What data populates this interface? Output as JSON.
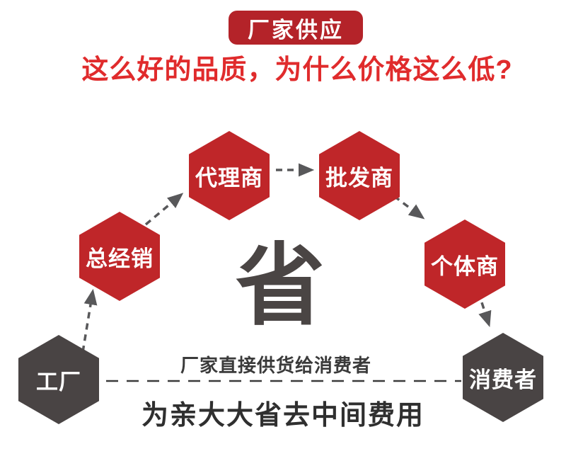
{
  "banner": {
    "label": "厂家供应"
  },
  "headline": {
    "text": "这么好的品质，为什么价格这么低?"
  },
  "diagram": {
    "center_character": "省",
    "caption": "厂家直接供货给消费者",
    "slogan": "为亲大大省去中间费用",
    "nodes": [
      {
        "id": "factory",
        "label": "工厂",
        "color": "#494444"
      },
      {
        "id": "general-distributor",
        "label": "总经销",
        "color": "#bf2629"
      },
      {
        "id": "agent",
        "label": "代理商",
        "color": "#bf2629"
      },
      {
        "id": "wholesaler",
        "label": "批发商",
        "color": "#bf2629"
      },
      {
        "id": "individual-merchant",
        "label": "个体商",
        "color": "#bf2629"
      },
      {
        "id": "consumer",
        "label": "消费者",
        "color": "#494444"
      }
    ],
    "flow": "工厂 → 总经销 → 代理商 → 批发商 → 个体商 → 消费者"
  },
  "colors": {
    "banner_red": "#b42329",
    "headline_red": "#e02b2c",
    "hexagon_red": "#bf2629",
    "hexagon_dark": "#494444",
    "arrow_gray": "#58585a",
    "text_dark": "#2f2f2f",
    "background": "#ffffff"
  }
}
